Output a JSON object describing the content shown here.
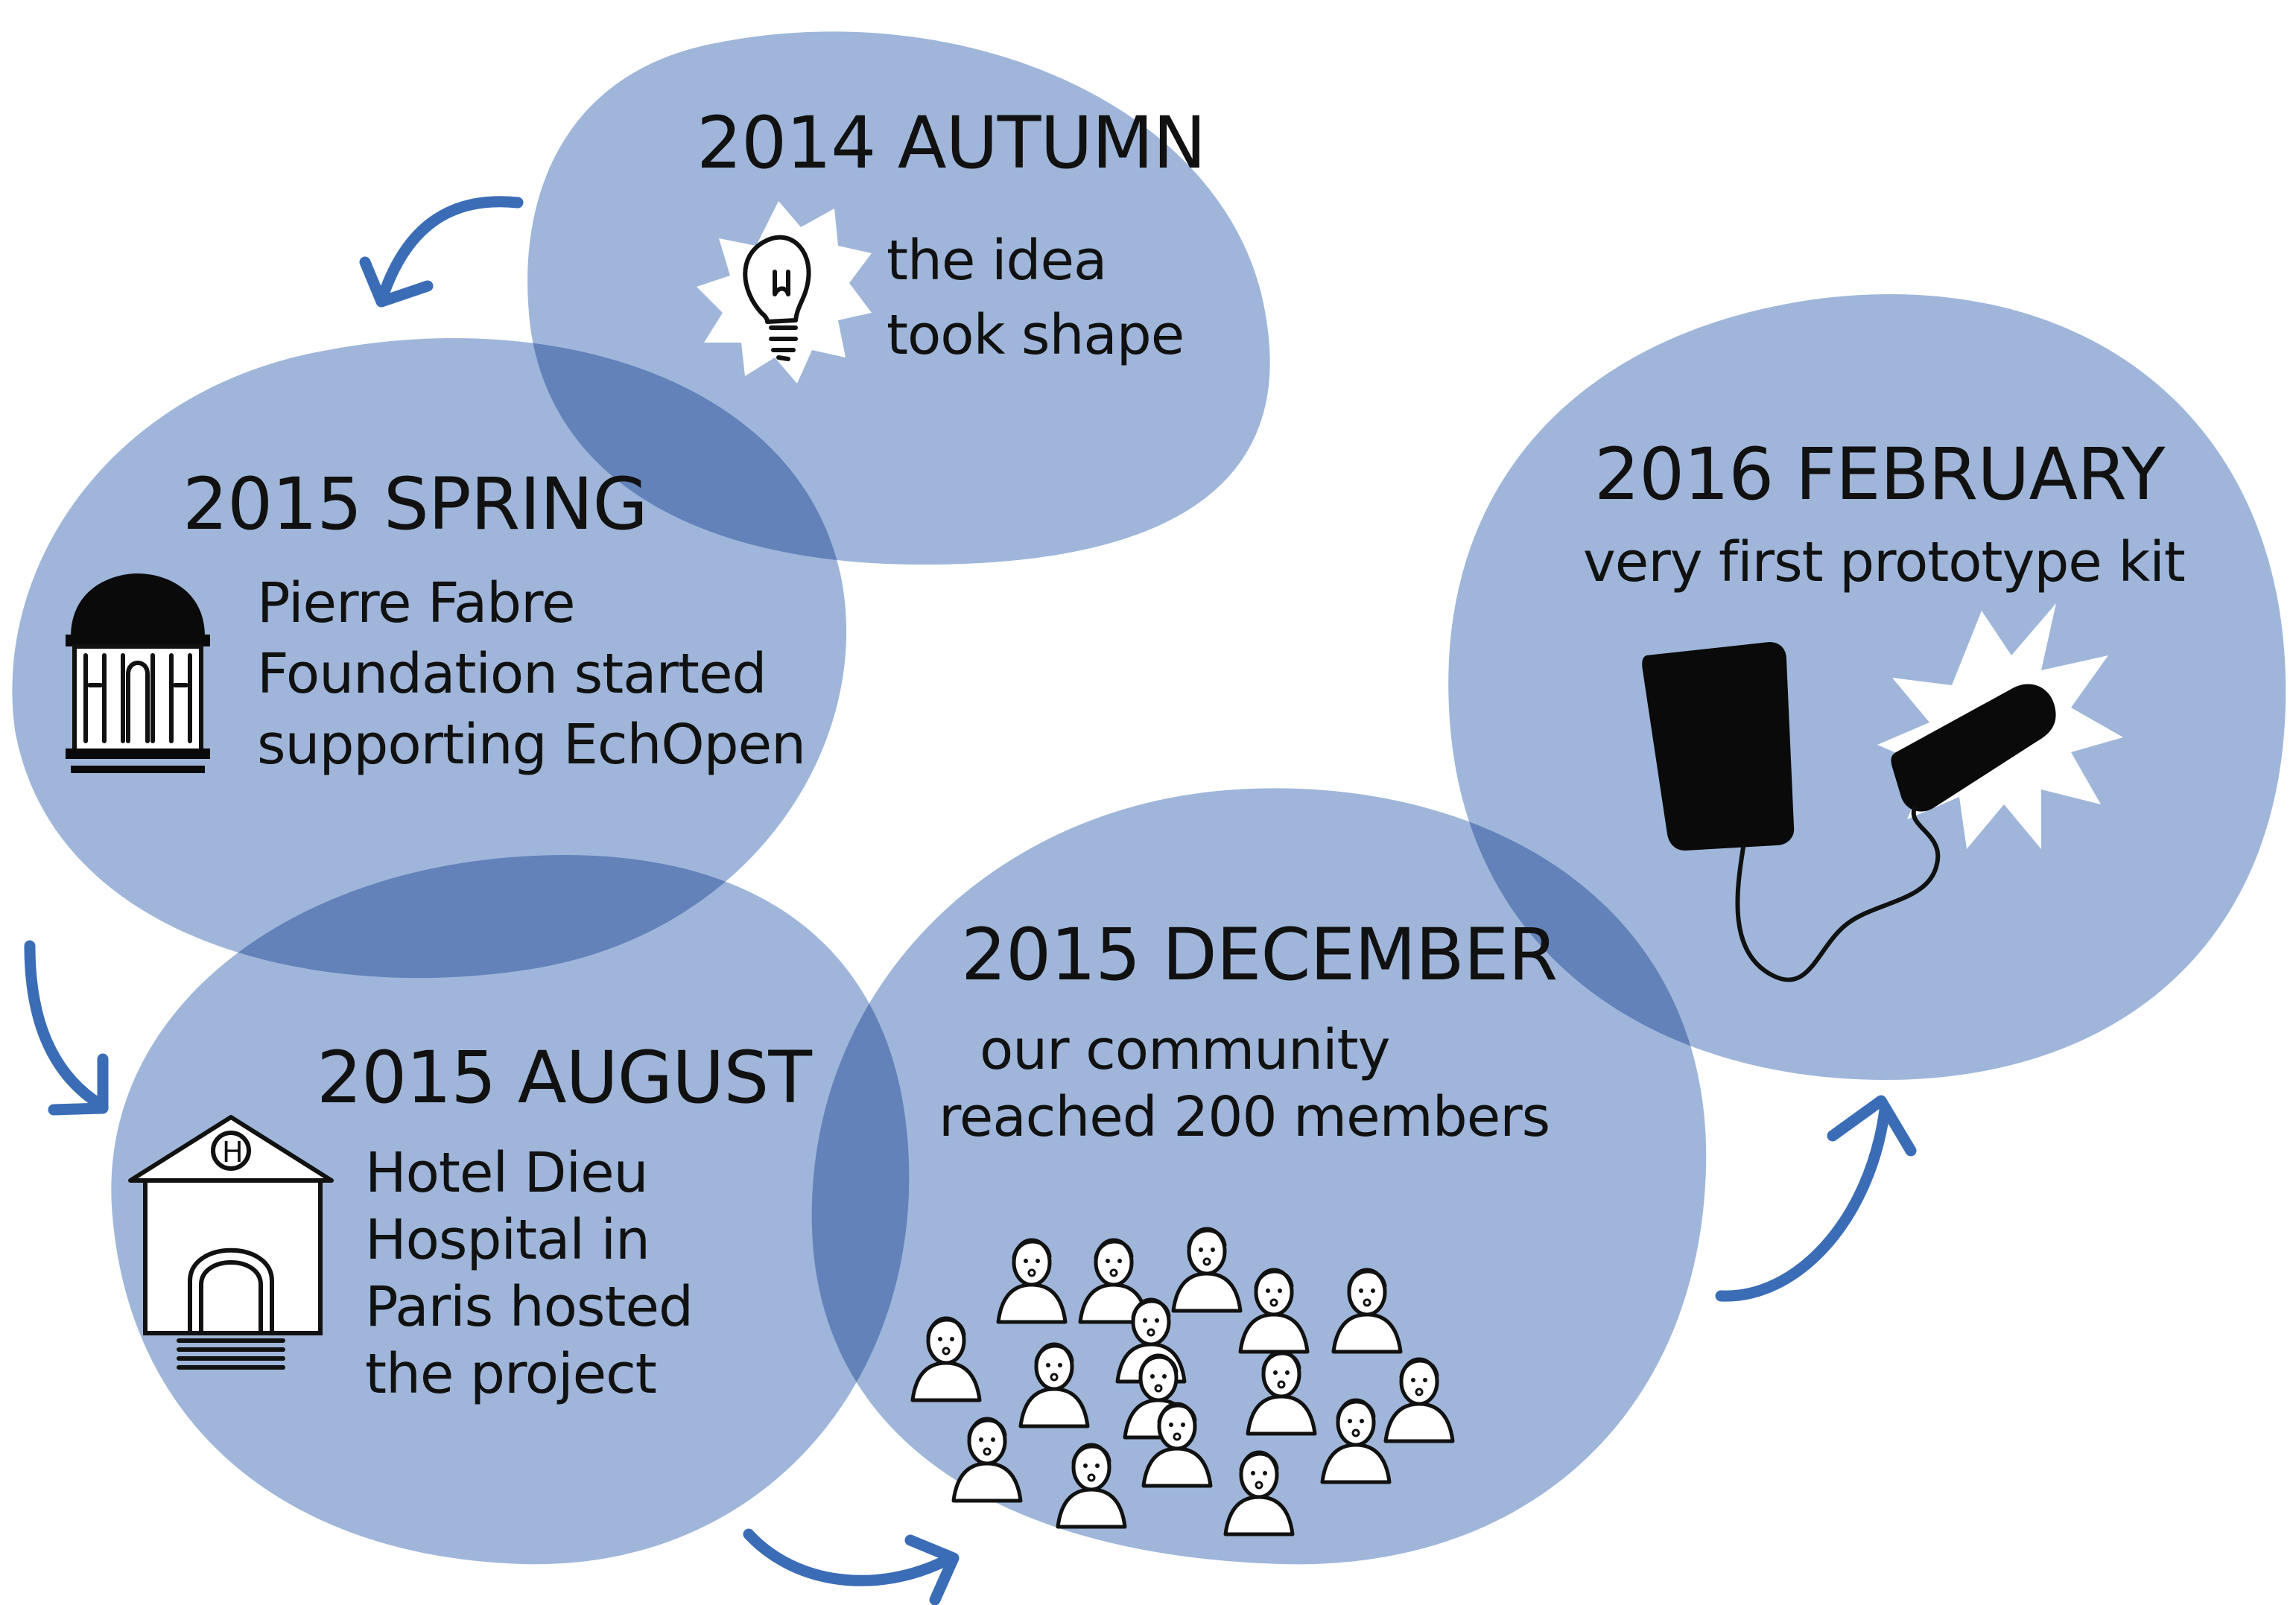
{
  "colors": {
    "bubble": "#9fb6da",
    "arrow": "#3b6db7",
    "ink": "#111111",
    "white": "#ffffff"
  },
  "milestones": [
    {
      "id": "autumn-2014",
      "title": "2014 AUTUMN",
      "lines": [
        "the idea",
        "took shape"
      ],
      "icon": "lightbulb-icon"
    },
    {
      "id": "spring-2015",
      "title": "2015 SPRING",
      "lines": [
        "Pierre Fabre",
        "Foundation started",
        "supporting EchOpen"
      ],
      "icon": "pavilion-icon"
    },
    {
      "id": "august-2015",
      "title": "2015 AUGUST",
      "lines": [
        "Hotel Dieu",
        "Hospital in",
        "Paris hosted",
        "the project"
      ],
      "icon": "hospital-icon"
    },
    {
      "id": "december-2015",
      "title": "2015 DECEMBER",
      "lines": [
        "our community",
        "reached 200 members"
      ],
      "icon": "crowd-icon"
    },
    {
      "id": "february-2016",
      "title": "2016 FEBRUARY",
      "lines": [
        "very first prototype kit"
      ],
      "icon": "prototype-kit-icon"
    }
  ],
  "hospital_sign": "H"
}
